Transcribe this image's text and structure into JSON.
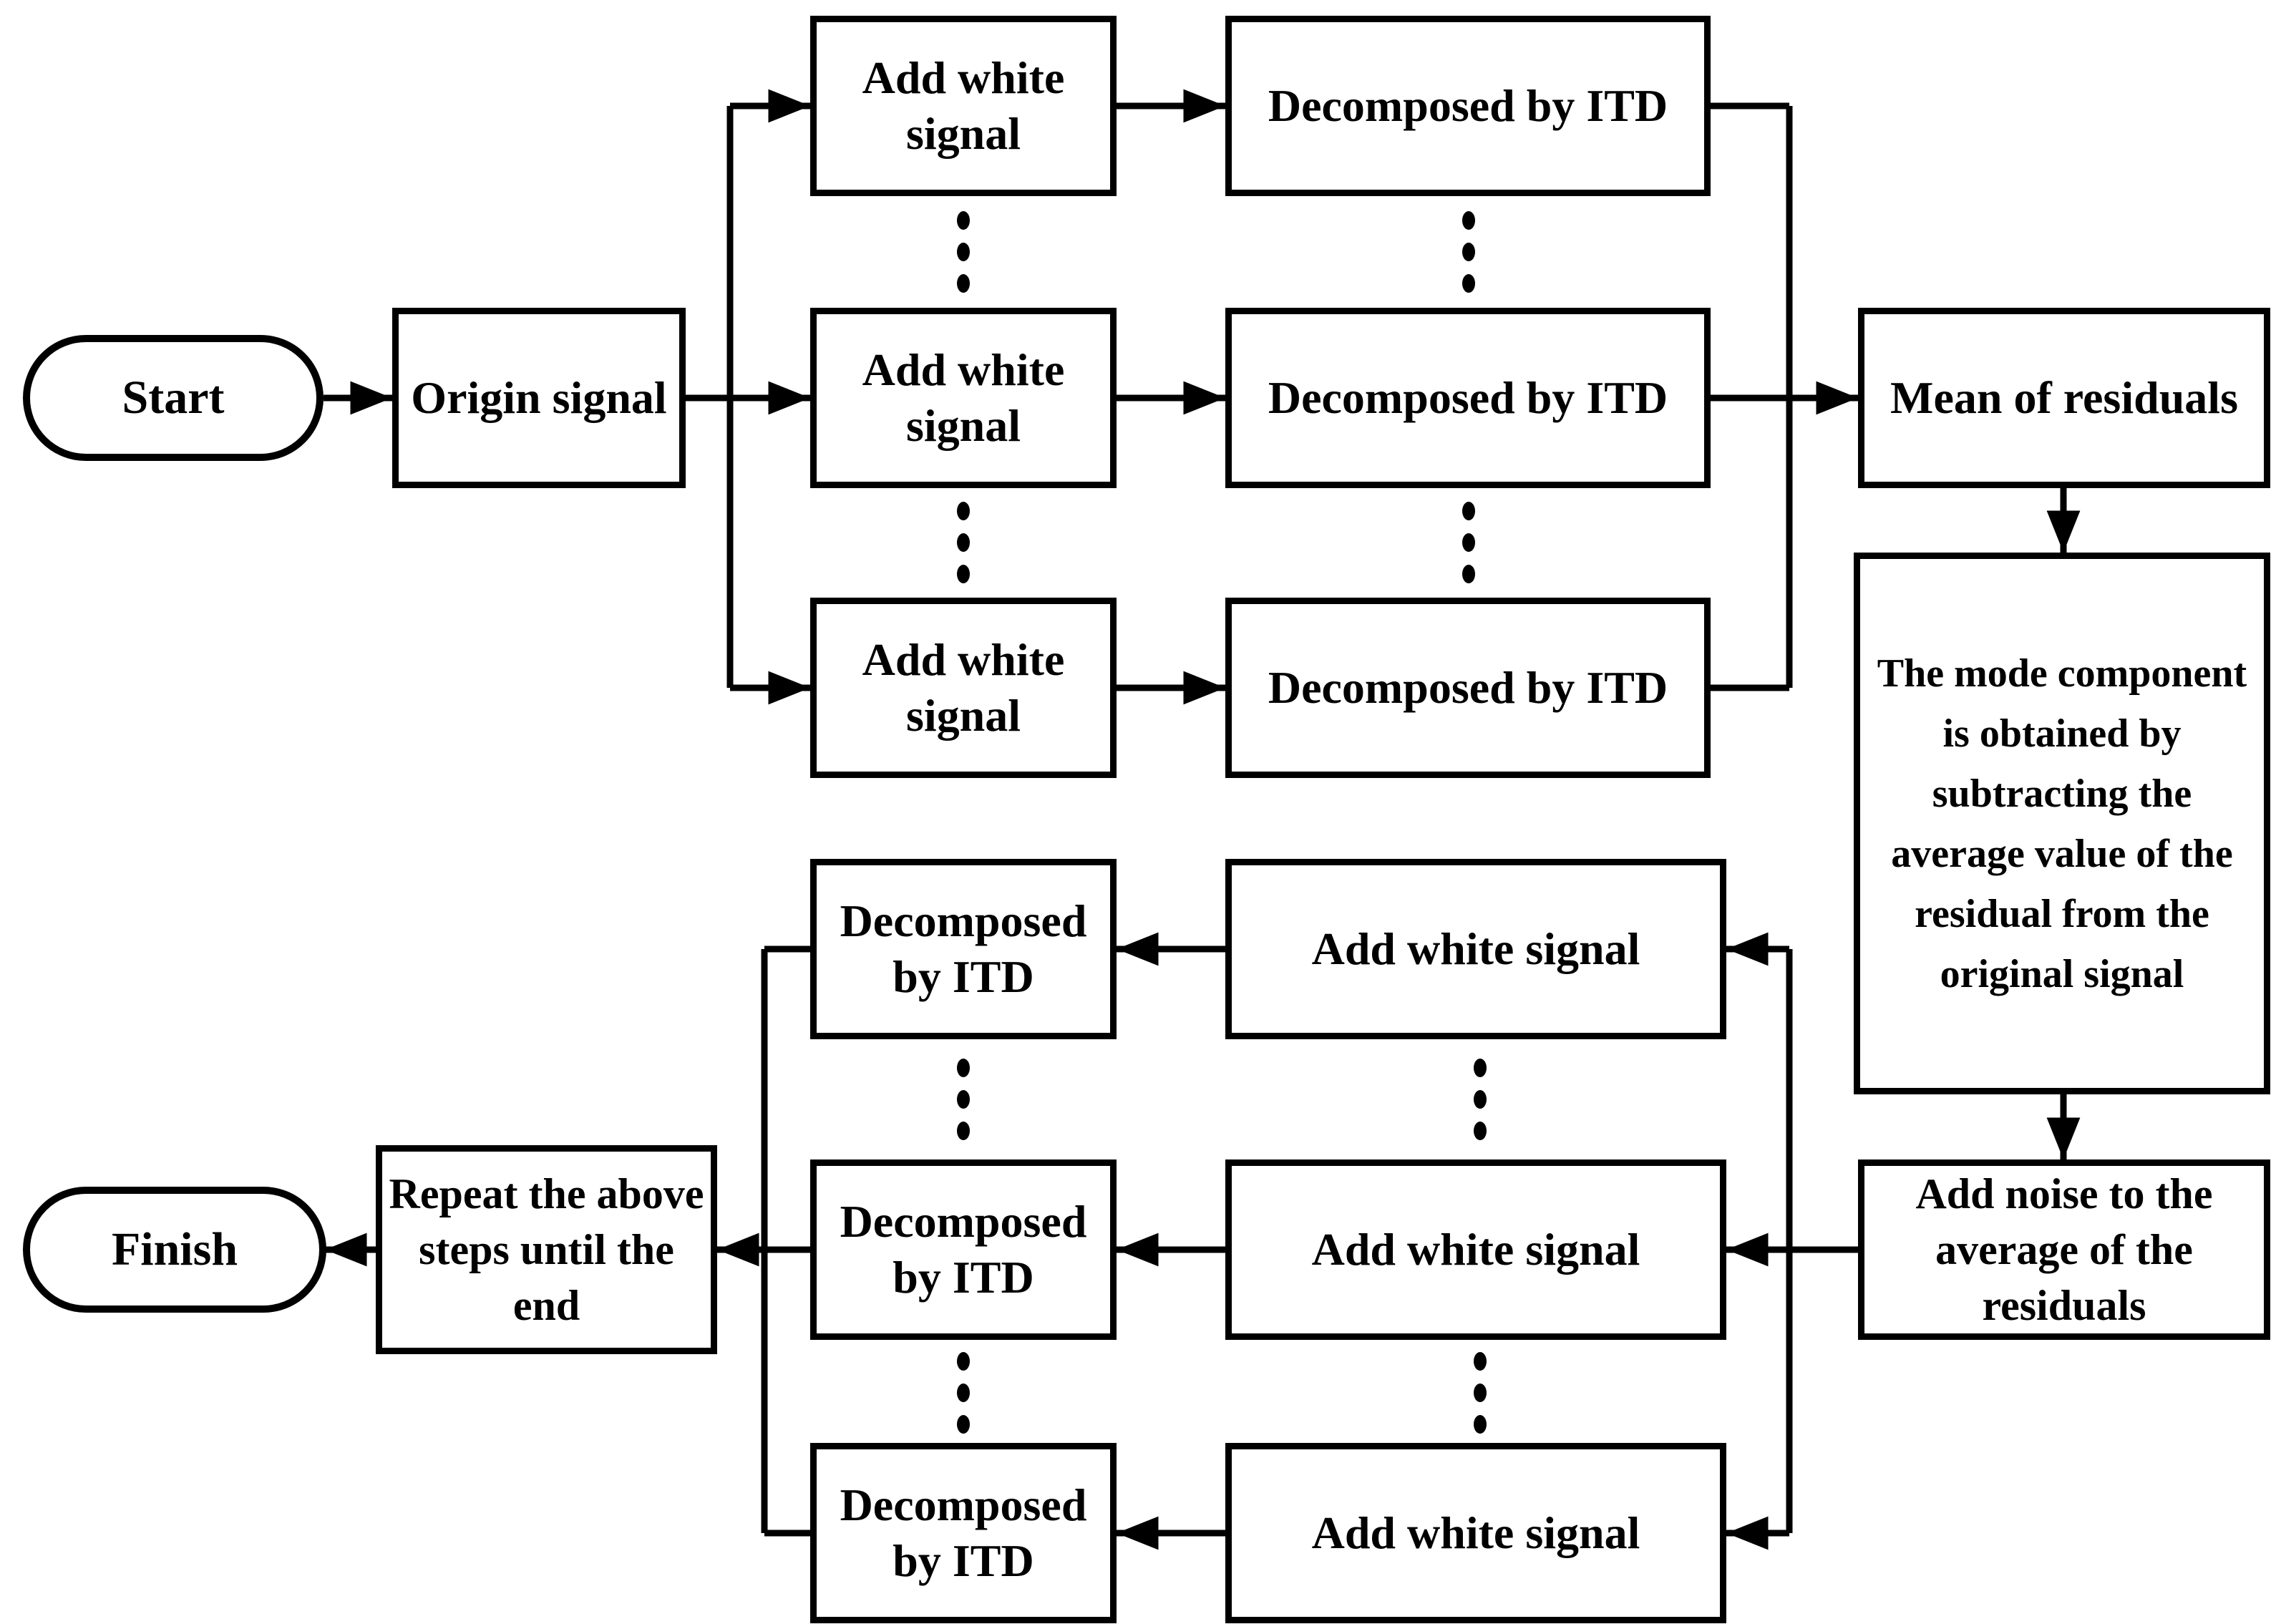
{
  "diagram": {
    "type": "flowchart",
    "background_color": "#ffffff",
    "line_color": "#000000",
    "nodes": {
      "start": {
        "label": "Start",
        "shape": "stadium"
      },
      "origin_signal": {
        "label": "Origin signal",
        "shape": "rect"
      },
      "add_white_signal": {
        "label": "Add white signal",
        "shape": "rect",
        "instances": 6
      },
      "decomposed_by_itd": {
        "label": "Decomposed by ITD",
        "shape": "rect",
        "instances": 6
      },
      "mean_of_residuals": {
        "label": "Mean of residuals",
        "shape": "rect"
      },
      "mode_component": {
        "label": "The mode component is obtained by subtracting the average value of the residual from the original signal",
        "shape": "rect"
      },
      "add_noise": {
        "label": "Add noise to the average of the residuals",
        "shape": "rect"
      },
      "repeat_steps": {
        "label": "Repeat the above steps until the end",
        "shape": "rect"
      },
      "finish": {
        "label": "Finish",
        "shape": "stadium"
      }
    },
    "edges": [
      {
        "from": "start",
        "to": "origin_signal"
      },
      {
        "from": "origin_signal",
        "to": "add_white_signal (top row 1)"
      },
      {
        "from": "origin_signal",
        "to": "add_white_signal (top row 2)"
      },
      {
        "from": "origin_signal",
        "to": "add_white_signal (top row 3)"
      },
      {
        "from": "add_white_signal (top row 1)",
        "to": "decomposed_by_itd (top row 1)"
      },
      {
        "from": "add_white_signal (top row 2)",
        "to": "decomposed_by_itd (top row 2)"
      },
      {
        "from": "add_white_signal (top row 3)",
        "to": "decomposed_by_itd (top row 3)"
      },
      {
        "from": "decomposed_by_itd (top rows 1-3)",
        "to": "mean_of_residuals"
      },
      {
        "from": "mean_of_residuals",
        "to": "mode_component"
      },
      {
        "from": "mode_component",
        "to": "add_noise"
      },
      {
        "from": "add_noise",
        "to": "add_white_signal (bottom row 1)"
      },
      {
        "from": "add_noise",
        "to": "add_white_signal (bottom row 2)"
      },
      {
        "from": "add_noise",
        "to": "add_white_signal (bottom row 3)"
      },
      {
        "from": "add_white_signal (bottom row 1)",
        "to": "decomposed_by_itd (bottom row 1)"
      },
      {
        "from": "add_white_signal (bottom row 2)",
        "to": "decomposed_by_itd (bottom row 2)"
      },
      {
        "from": "add_white_signal (bottom row 3)",
        "to": "decomposed_by_itd (bottom row 3)"
      },
      {
        "from": "decomposed_by_itd (bottom rows 1-3)",
        "to": "repeat_steps"
      },
      {
        "from": "repeat_steps",
        "to": "finish"
      }
    ],
    "ellipsis_between_parallel_rows": true
  }
}
